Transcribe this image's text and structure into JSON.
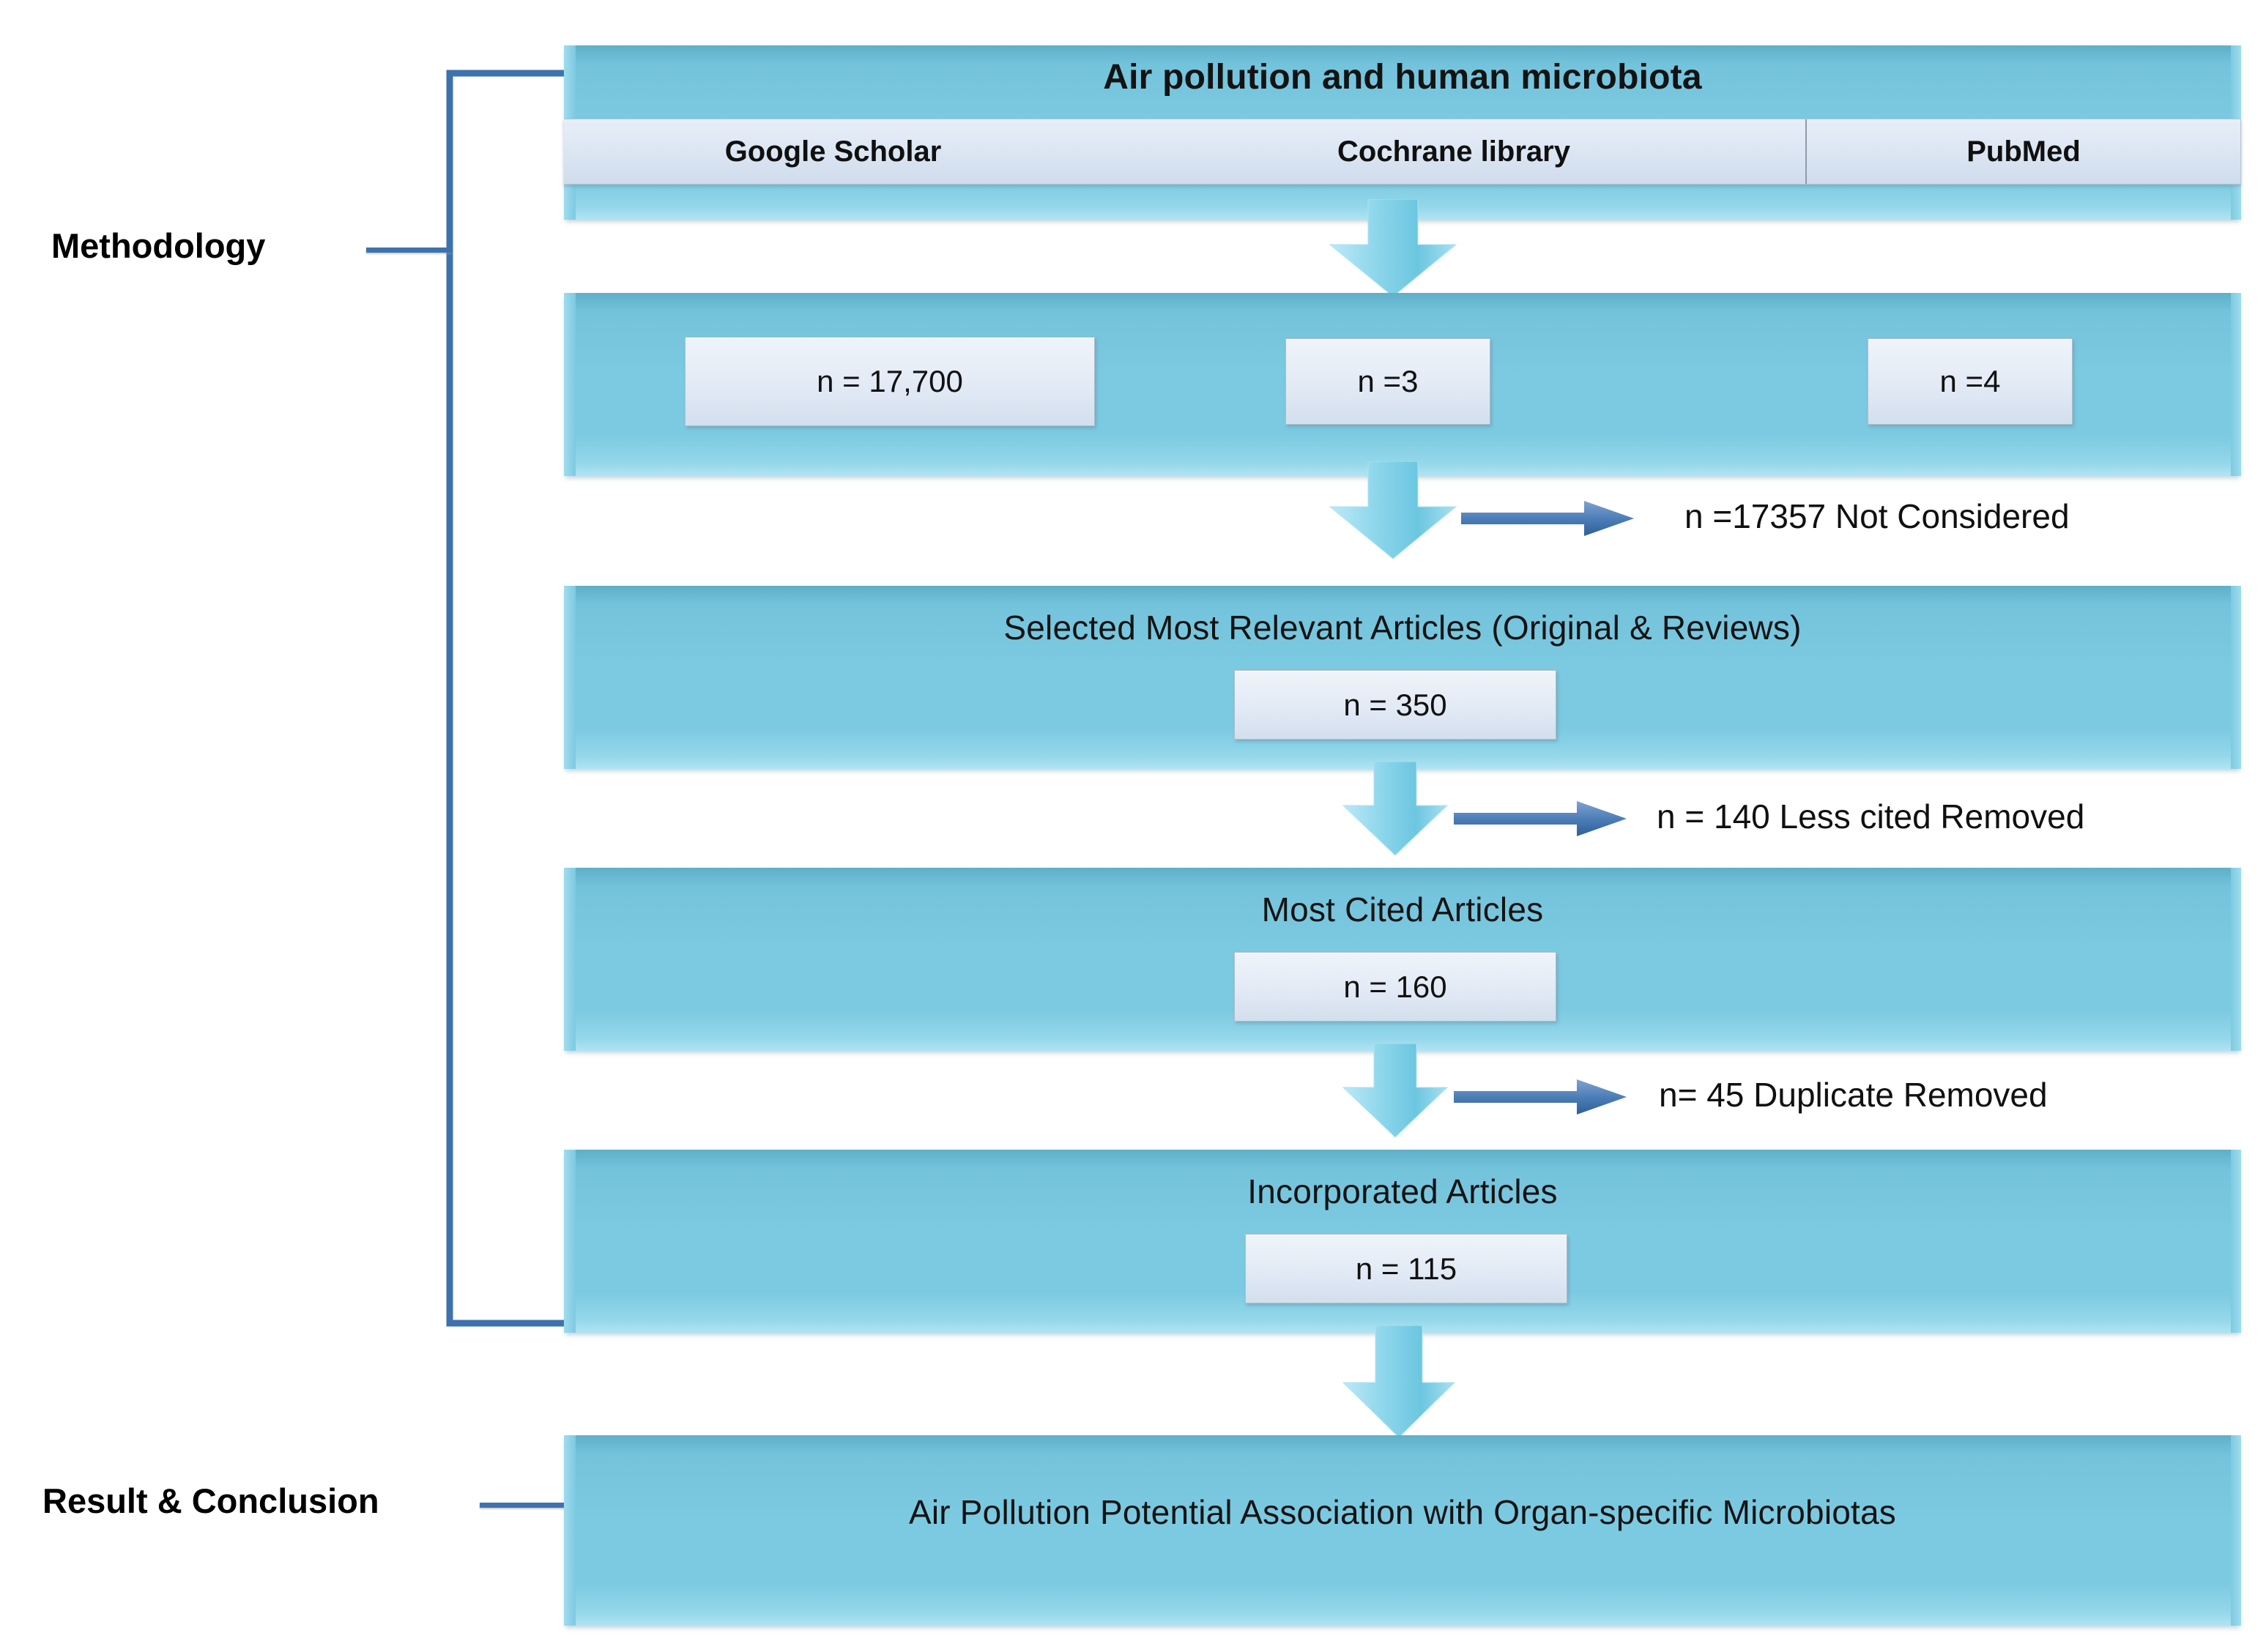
{
  "diagram": {
    "title": "Air pollution and human microbiota study selection flowchart",
    "accent_color": "#7CCAE1",
    "chip_color": "#DCE6F1",
    "connector_color": "#3E72AE"
  },
  "stage_labels": [
    {
      "id": "methodology",
      "text": "Methodology"
    },
    {
      "id": "result-conclusion",
      "text": "Result & Conclusion"
    }
  ],
  "boxes": {
    "search": {
      "title": "Air pollution  and  human microbiota",
      "sources": [
        {
          "name": "Google Scholar"
        },
        {
          "name": "Cochrane library"
        },
        {
          "name": "PubMed"
        }
      ]
    },
    "counts": {
      "chips": [
        {
          "label": "n = 17,700"
        },
        {
          "label": "n =3"
        },
        {
          "label": "n =4"
        }
      ]
    },
    "relevant": {
      "title": "Selected Most  Relevant  Articles (Original & Reviews)",
      "chip": "n = 350"
    },
    "most_cited": {
      "title": "Most Cited Articles",
      "chip": "n = 160"
    },
    "incorporated": {
      "title": "Incorporated Articles",
      "chip": "n = 115"
    },
    "conclusion": {
      "title": "Air Pollution Potential Association with Organ-specific Microbiotas"
    }
  },
  "exclusions": [
    {
      "id": "not-considered",
      "text": "n =17357 Not Considered"
    },
    {
      "id": "less-cited-removed",
      "text": "n = 140  Less cited Removed"
    },
    {
      "id": "duplicate-removed",
      "text": "n= 45 Duplicate Removed"
    }
  ],
  "chart_data": {
    "type": "table",
    "title": "PRISMA-style record flow",
    "categories": [
      "Google Scholar",
      "Cochrane library",
      "PubMed",
      "Selected Most Relevant Articles",
      "Most Cited Articles",
      "Incorporated Articles"
    ],
    "values": [
      17700,
      3,
      4,
      350,
      160,
      115
    ],
    "excluded_labels": [
      "Not Considered",
      "Less cited Removed",
      "Duplicate Removed"
    ],
    "excluded_values": [
      17357,
      140,
      45
    ]
  }
}
